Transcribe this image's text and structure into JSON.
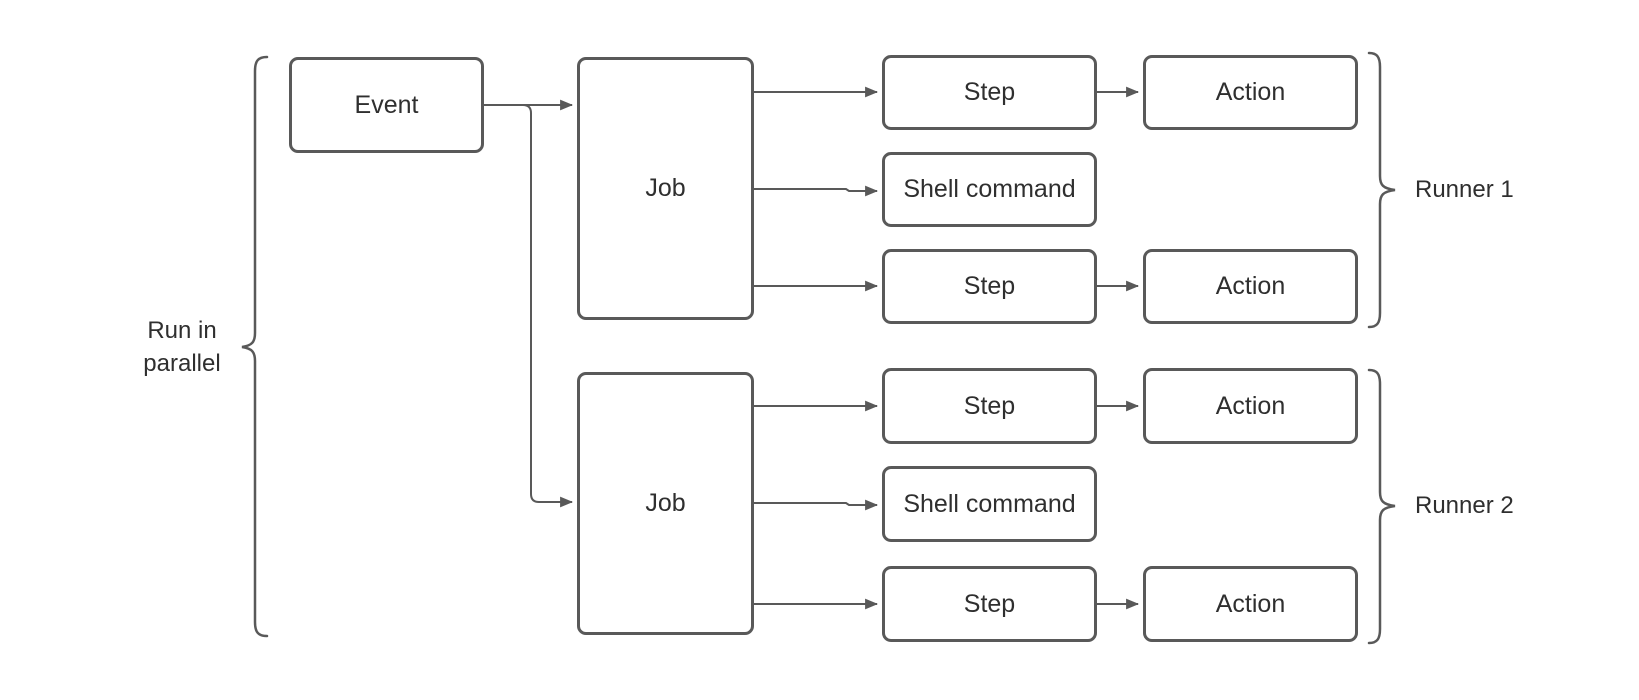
{
  "nodes": {
    "event": {
      "label": "Event"
    },
    "job1": {
      "label": "Job"
    },
    "job2": {
      "label": "Job"
    },
    "step1a": {
      "label": "Step"
    },
    "shell1": {
      "label": "Shell command"
    },
    "step1b": {
      "label": "Step"
    },
    "action1a": {
      "label": "Action"
    },
    "action1b": {
      "label": "Action"
    },
    "step2a": {
      "label": "Step"
    },
    "shell2": {
      "label": "Shell command"
    },
    "step2b": {
      "label": "Step"
    },
    "action2a": {
      "label": "Action"
    },
    "action2b": {
      "label": "Action"
    }
  },
  "edges": [
    {
      "from": "event",
      "to": "job1"
    },
    {
      "from": "event",
      "to": "job2"
    },
    {
      "from": "job1",
      "to": "step1a"
    },
    {
      "from": "job1",
      "to": "shell1"
    },
    {
      "from": "job1",
      "to": "step1b"
    },
    {
      "from": "step1a",
      "to": "action1a"
    },
    {
      "from": "step1b",
      "to": "action1b"
    },
    {
      "from": "job2",
      "to": "step2a"
    },
    {
      "from": "job2",
      "to": "shell2"
    },
    {
      "from": "job2",
      "to": "step2b"
    },
    {
      "from": "step2a",
      "to": "action2a"
    },
    {
      "from": "step2b",
      "to": "action2b"
    }
  ],
  "annotations": {
    "parallel": {
      "line1": "Run in",
      "line2": "parallel"
    },
    "runner1": {
      "label": "Runner 1"
    },
    "runner2": {
      "label": "Runner 2"
    }
  },
  "groups": [
    {
      "label": "Run in parallel",
      "members": [
        "job1",
        "job2"
      ]
    },
    {
      "label": "Runner 1",
      "members": [
        "step1a",
        "shell1",
        "step1b",
        "action1a",
        "action1b"
      ]
    },
    {
      "label": "Runner 2",
      "members": [
        "step2a",
        "shell2",
        "step2b",
        "action2a",
        "action2b"
      ]
    }
  ],
  "colors": {
    "stroke": "#595959",
    "text": "#2f2f2f",
    "background": "#ffffff"
  }
}
